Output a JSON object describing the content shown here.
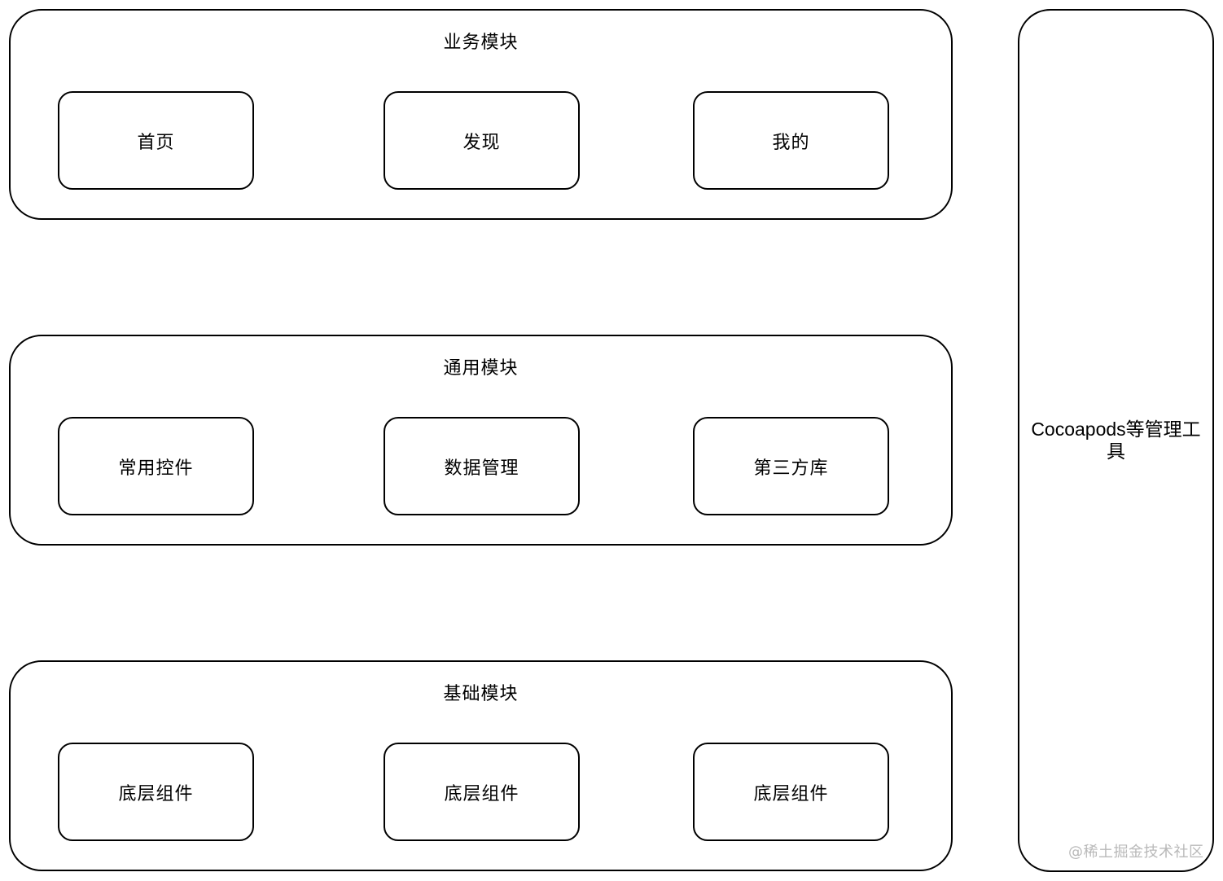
{
  "layers": [
    {
      "title": "业务模块",
      "modules": [
        "首页",
        "发现",
        "我的"
      ]
    },
    {
      "title": "通用模块",
      "modules": [
        "常用控件",
        "数据管理",
        "第三方库"
      ]
    },
    {
      "title": "基础模块",
      "modules": [
        "底层组件",
        "底层组件",
        "底层组件"
      ]
    }
  ],
  "tool": {
    "label": "Cocoapods等管理工具"
  },
  "watermark": "@稀土掘金技术社区"
}
